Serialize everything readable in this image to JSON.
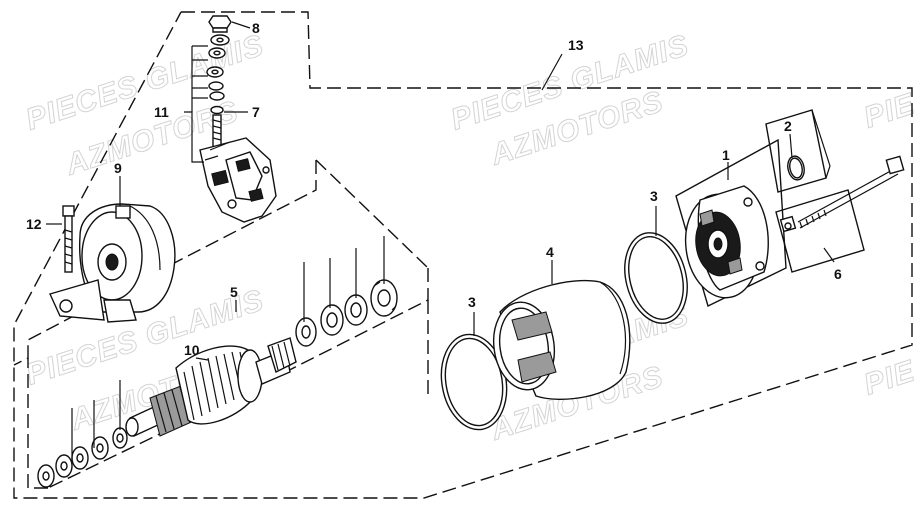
{
  "watermarks": [
    "PIECES GLAMIS",
    "AZMOTORS",
    "PIECES GLAMIS",
    "AZMOTORS",
    "PIECES GLAMIS",
    "AZMOTORS",
    "PIECES GLAMIS",
    "AZMOTORS",
    "PIE",
    "PIE"
  ],
  "callouts": {
    "c1": "1",
    "c2": "2",
    "c3a": "3",
    "c3b": "3",
    "c4": "4",
    "c5": "5",
    "c6": "6",
    "c7": "7",
    "c8": "8",
    "c9": "9",
    "c10": "10",
    "c11": "11",
    "c12": "12",
    "c13": "13"
  },
  "icons": {
    "brush-holder": "brush-holder-icon",
    "front-cover": "front-cover-icon",
    "armature": "armature-icon",
    "yoke": "yoke-housing-icon",
    "rear-cover": "rear-cover-icon",
    "through-bolt": "through-bolt-icon"
  }
}
